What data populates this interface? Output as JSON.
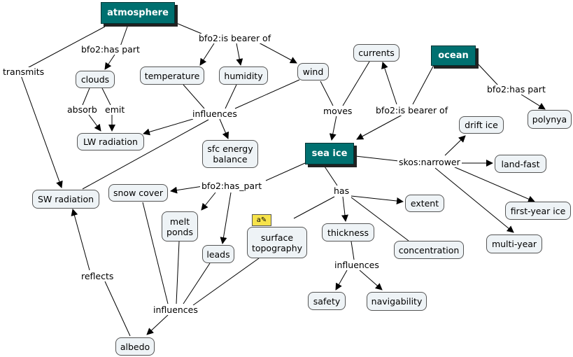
{
  "concepts": {
    "atmosphere": "atmosphere",
    "ocean": "ocean",
    "sea_ice": "sea ice"
  },
  "nodes": {
    "clouds": "clouds",
    "temperature": "temperature",
    "humidity": "humidity",
    "wind": "wind",
    "currents": "currents",
    "polynya": "polynya",
    "drift_ice": "drift ice",
    "land_fast": "land-fast",
    "first_year_ice": "first-year ice",
    "multi_year": "multi-year",
    "lw_radiation": "LW radiation",
    "sfc_energy_balance": "sfc energy\nbalance",
    "sw_radiation": "SW radiation",
    "snow_cover": "snow cover",
    "melt_ponds": "melt\nponds",
    "leads": "leads",
    "surface_topography": "surface\ntopography",
    "thickness": "thickness",
    "extent": "extent",
    "concentration": "concentration",
    "safety": "safety",
    "navigability": "navigability",
    "albedo": "albedo"
  },
  "links": {
    "transmits": "transmits",
    "has_part_atm": "bfo2:has part",
    "is_bearer_of_atm": "bfo2:is bearer of",
    "absorb": "absorb",
    "emit": "emit",
    "influences_atm": "influences",
    "moves": "moves",
    "is_bearer_of_ocean": "bfo2:is bearer of",
    "has_part_ocean": "bfo2:has part",
    "skos_narrower": "skos:narrower",
    "has_part_seaice": "bfo2:has_part",
    "has": "has",
    "influences_thickness": "influences",
    "reflects": "reflects",
    "influences_albedo": "influences"
  },
  "note_icon": "note-icon"
}
